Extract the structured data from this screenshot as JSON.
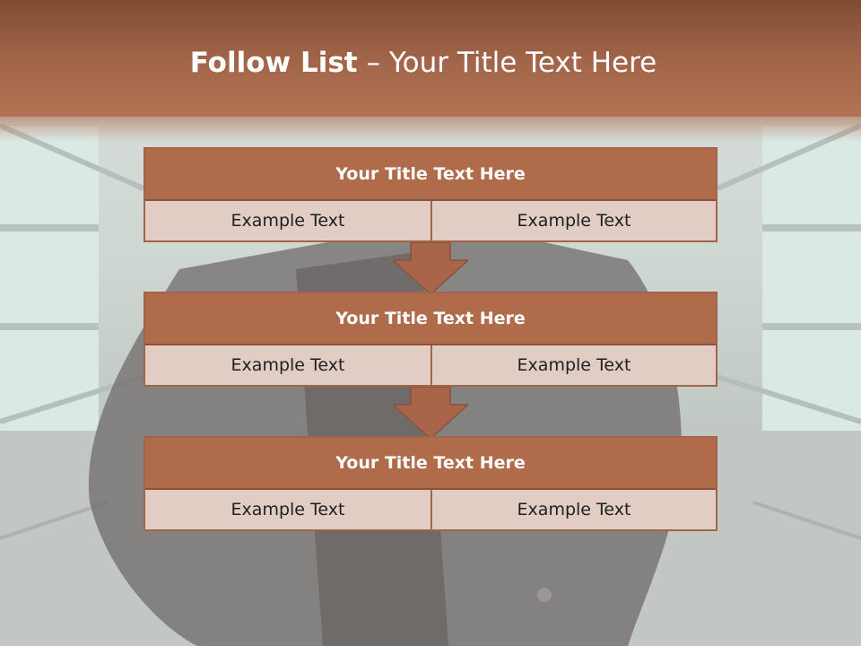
{
  "slide": {
    "title_bold": "Follow List",
    "title_rest": " – Your Title Text Here"
  },
  "steps": [
    {
      "title": "Your Title Text Here",
      "left": "Example Text",
      "right": "Example Text"
    },
    {
      "title": "Your Title Text Here",
      "left": "Example Text",
      "right": "Example Text"
    },
    {
      "title": "Your Title Text Here",
      "left": "Example Text",
      "right": "Example Text"
    }
  ],
  "colors": {
    "header": "#a4664a",
    "box_header": "#b06c4a",
    "box_body": "#e2cdc5",
    "border": "#a2654a"
  }
}
